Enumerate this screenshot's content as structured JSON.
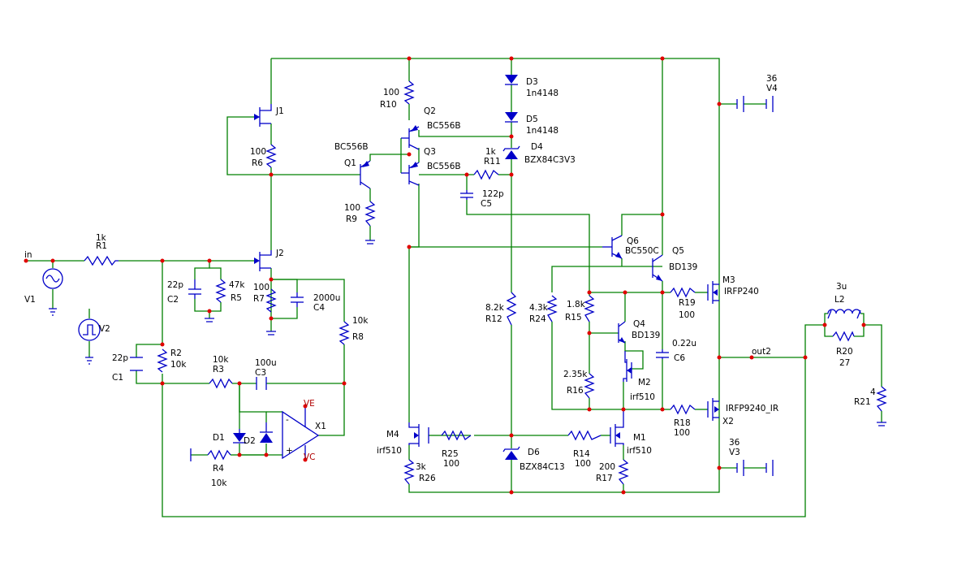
{
  "labels": {
    "V4": [
      "36",
      "V4"
    ],
    "V3": [
      "36",
      "V3"
    ],
    "V1": "V1",
    "V2": "V2",
    "in": "in",
    "out2": "out2",
    "VE": "VE",
    "VC": "VC",
    "X1": "X1",
    "J1": "J1",
    "J2": "J2",
    "R1": [
      "1k",
      "R1"
    ],
    "R2": [
      "R2",
      "10k"
    ],
    "R3": [
      "10k",
      "R3"
    ],
    "R4": [
      "R4",
      "10k"
    ],
    "R5": [
      "47k",
      "R5"
    ],
    "R6": [
      "100",
      "R6"
    ],
    "R7": [
      "100",
      "R7"
    ],
    "R8": [
      "10k",
      "R8"
    ],
    "R9": [
      "100",
      "R9"
    ],
    "R10": [
      "100",
      "R10"
    ],
    "R11": [
      "1k",
      "R11"
    ],
    "R12": [
      "8.2k",
      "R12"
    ],
    "R14": [
      "R14",
      "100"
    ],
    "R15": [
      "1.8k",
      "R15"
    ],
    "R16": [
      "2.35k",
      "R16"
    ],
    "R17": [
      "200",
      "R17"
    ],
    "R18": [
      "R18",
      "100"
    ],
    "R19": [
      "R19",
      "100"
    ],
    "R20": [
      "R20",
      "27"
    ],
    "R21": [
      "4",
      "R21"
    ],
    "R24": [
      "4.3k",
      "R24"
    ],
    "R25": [
      "R25",
      "100"
    ],
    "R26": [
      "3k",
      "R26"
    ],
    "C1": [
      "22p",
      "C1"
    ],
    "C2": [
      "22p",
      "C2"
    ],
    "C3": [
      "100u",
      "C3"
    ],
    "C4": [
      "2000u",
      "C4"
    ],
    "C5": [
      "122p",
      "C5"
    ],
    "C6": [
      "0.22u",
      "C6"
    ],
    "L2": [
      "3u",
      "L2"
    ],
    "D1": "D1",
    "D2": "D2",
    "D3": [
      "D3",
      "1n4148"
    ],
    "D4": [
      "D4",
      "BZX84C3V3"
    ],
    "D5": [
      "D5",
      "1n4148"
    ],
    "D6": [
      "D6",
      "BZX84C13"
    ],
    "Q1": [
      "BC556B",
      "Q1"
    ],
    "Q2": [
      "Q2",
      "BC556B"
    ],
    "Q3": [
      "Q3",
      "BC556B"
    ],
    "Q4": [
      "Q4",
      "BD139"
    ],
    "Q5": [
      "Q5",
      "BD139"
    ],
    "Q6": [
      "Q6",
      "BC550C"
    ],
    "M1": [
      "M1",
      "irf510"
    ],
    "M2": [
      "M2",
      "irf510"
    ],
    "M3": [
      "M3",
      "IRFP240"
    ],
    "M4": [
      "M4",
      "irf510"
    ],
    "X2": [
      "IRFP9240_IR",
      "X2"
    ]
  },
  "colors": {
    "wire": "#008000",
    "component": "#0000c8",
    "junction": "#e00000",
    "text": "#000000",
    "net_label": "#b00000"
  }
}
